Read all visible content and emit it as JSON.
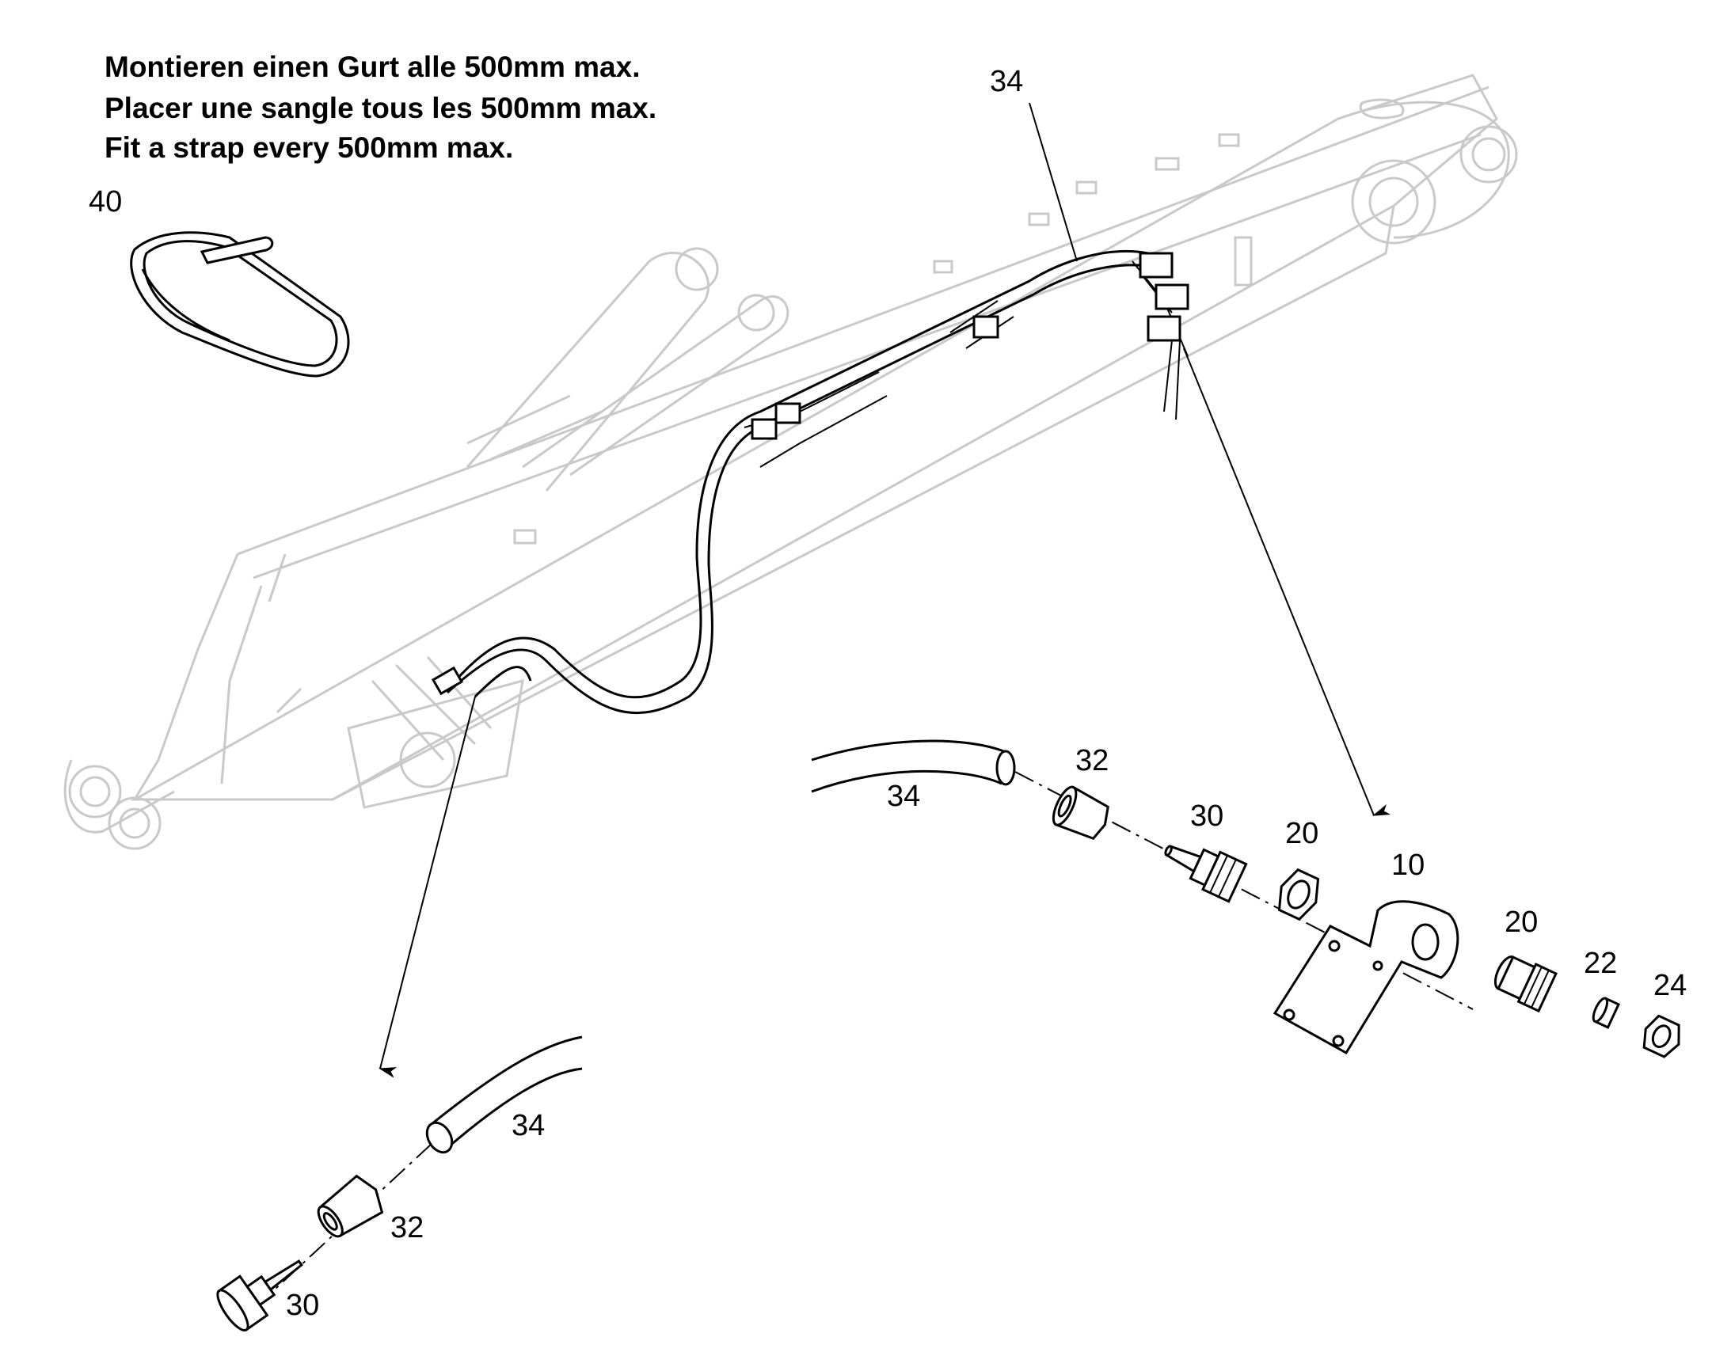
{
  "instructions": {
    "de": "Montieren einen Gurt alle 500mm max.",
    "fr": "Placer une sangle tous les 500mm max.",
    "en": "Fit a strap every 500mm max."
  },
  "callouts": {
    "hose_top": "34",
    "strap": "40",
    "hose_right": "34",
    "sleeve_right": "32",
    "fitting_right": "30",
    "nut_right": "20",
    "bracket": "10",
    "bulkhead_union": "20",
    "seal": "22",
    "cap_nut": "24",
    "hose_lower": "34",
    "sleeve_lower": "32",
    "fitting_lower": "30"
  }
}
